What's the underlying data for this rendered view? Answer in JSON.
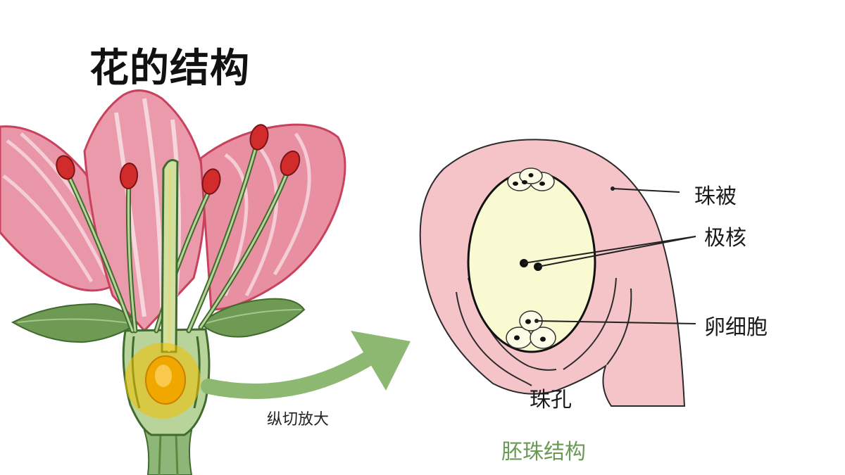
{
  "title": "花的结构",
  "arrow_label": "纵切放大",
  "ovule": {
    "caption": "胚珠结构",
    "labels": {
      "integument": "珠被",
      "polar_nuclei": "极核",
      "egg_cell": "卵细胞",
      "micropyle": "珠孔"
    }
  },
  "colors": {
    "petal": "#e88fa2",
    "petal_edge": "#c8425e",
    "petal_light": "#f6dbe1",
    "sepal": "#5f8a48",
    "stem": "#7fa86a",
    "stamen": "#3f6b2e",
    "anther": "#d22b2b",
    "ovary_highlight": "#f2b500",
    "arrow": "#8db872",
    "integument": "#f4c4c8",
    "embryo_sac": "#fafad2",
    "caption": "#6a9a55"
  }
}
